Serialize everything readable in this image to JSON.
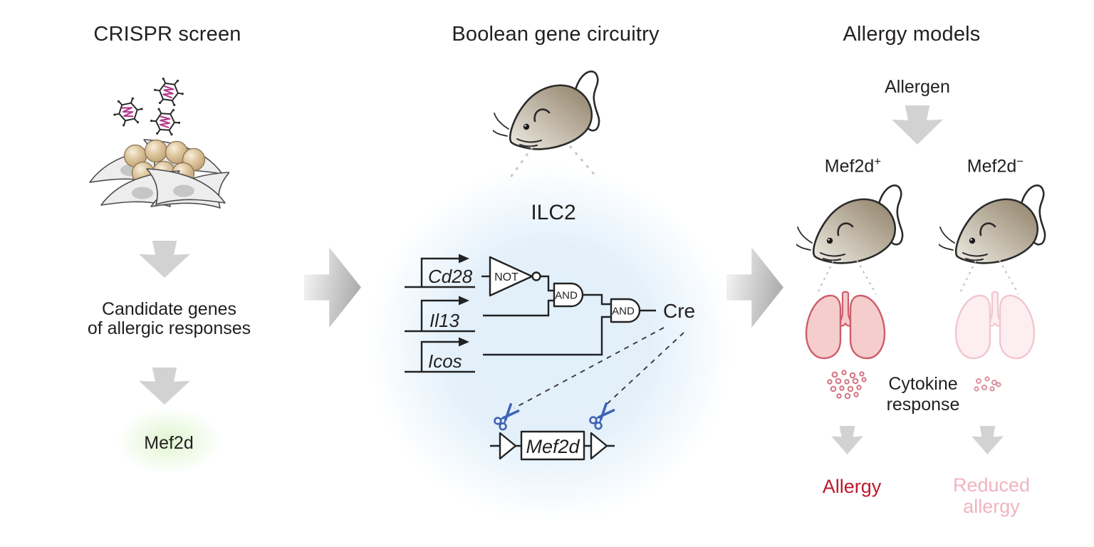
{
  "colors": {
    "accent_allergy_red": "#bb1a2c",
    "accent_reduced_pink": "#f0b3c1",
    "scissors_blue": "#3f63b5",
    "virus_genome_magenta": "#b23a8c",
    "lung_strong_fill": "#f5cdcc",
    "lung_strong_stroke": "#cb5e6b",
    "lung_weak_fill": "#fdeef1",
    "lung_weak_stroke": "#f2c6cf",
    "ilc2_glow_blue": "#e0effa",
    "hit_glow_green": "#ddf4cd",
    "arrow_gray": "#d2d2d2"
  },
  "panels": {
    "crispr": {
      "title": "CRISPR screen",
      "candidate_line1": "Candidate genes",
      "candidate_line2": "of allergic responses",
      "hit": "Mef2d"
    },
    "boolean": {
      "title": "Boolean gene circuitry",
      "cell": "ILC2",
      "genes": [
        "Cd28",
        "Il13",
        "Icos"
      ],
      "gate_not": "NOT",
      "gate_and": "AND",
      "output": "Cre",
      "floxed_gene": "Mef2d"
    },
    "allergy": {
      "title": "Allergy models",
      "stimulus": "Allergen",
      "groups": [
        {
          "base": "Mef2d",
          "sup": "+"
        },
        {
          "base": "Mef2d",
          "sup": "−"
        }
      ],
      "cytokine_line1": "Cytokine",
      "cytokine_line2": "response",
      "outcome_pos": "Allergy",
      "outcome_neg_line1": "Reduced",
      "outcome_neg_line2": "allergy"
    }
  }
}
